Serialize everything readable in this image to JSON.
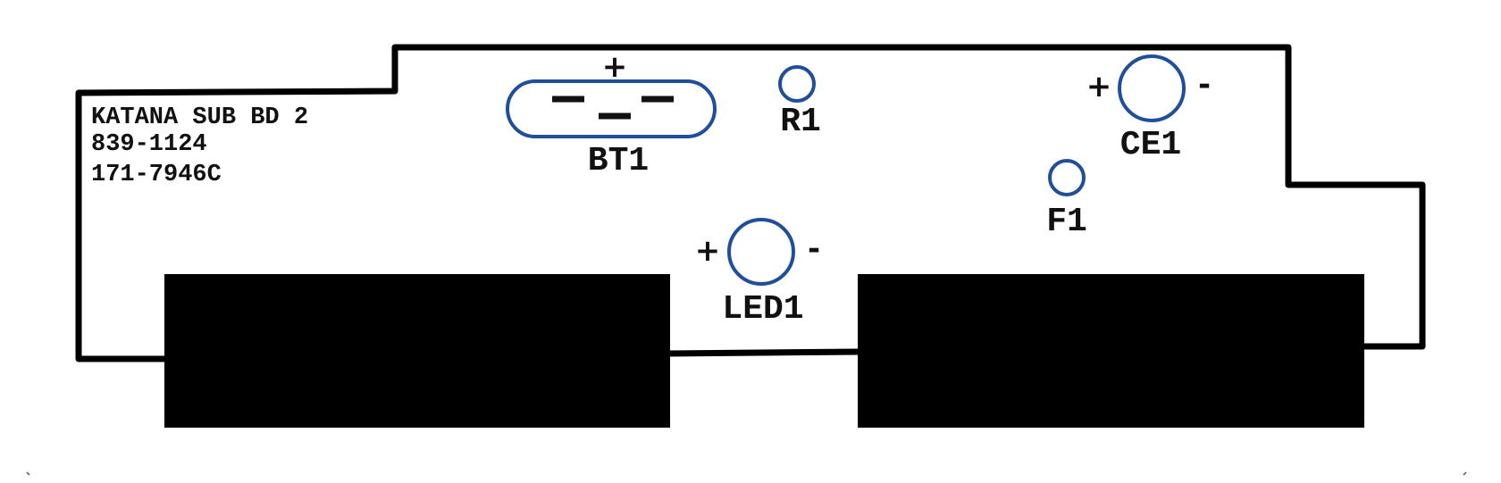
{
  "board": {
    "name": "KATANA SUB BD 2",
    "part_number": "839-1124",
    "revision": "171-7946C"
  },
  "components": {
    "bt1": {
      "ref": "BT1",
      "plus": "+"
    },
    "r1": {
      "ref": "R1"
    },
    "ce1": {
      "ref": "CE1",
      "plus": "+",
      "minus": "-"
    },
    "f1": {
      "ref": "F1"
    },
    "led1": {
      "ref": "LED1",
      "plus": "+",
      "minus": "-"
    }
  },
  "colors": {
    "outline": "#000000",
    "footprint": "#1f4e9c",
    "connector": "#000000"
  }
}
